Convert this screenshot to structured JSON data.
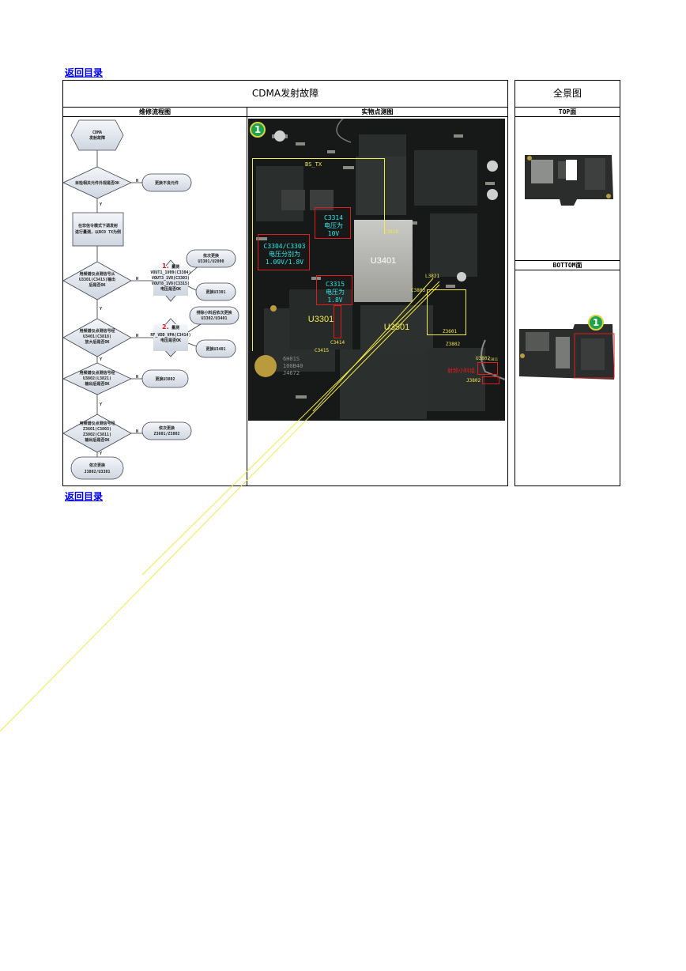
{
  "nav": {
    "back_label": "返回目录"
  },
  "header": {
    "main_title": "CDMA发射故障",
    "panorama_title": "全景图",
    "flow_head": "维修流程图",
    "photo_head": "实物点测图",
    "top_head": "TOP面",
    "bottom_head": "BOTTOM面"
  },
  "flowchart": {
    "start": [
      "CDMA",
      "发射故障"
    ],
    "d1": [
      "目检相关元件外观是否OK"
    ],
    "a1": [
      "更换不良元件"
    ],
    "p1": [
      "在非信令模式下调发射",
      "进行量测，以BC0 TX为例"
    ],
    "d2": [
      "用频谱仪点测信号从",
      "U3301(C3415)输出",
      "后是否OK"
    ],
    "step1_num": "1.",
    "step1": [
      "量测",
      "VOUT1_1V09(C3304)",
      "VOUT3_1V8(C3303)",
      "VOUT8_1V8(C3315)",
      "电压是否OK"
    ],
    "a2a": [
      "依次更换",
      "U3301/U2000"
    ],
    "a2b": [
      "更换U3301"
    ],
    "d3": [
      "用频谱仪点测信号经",
      "U3401(C3818)",
      "放大后是否OK"
    ],
    "step2_num": "2.",
    "step2": [
      "量测",
      "RF_VDD_VPA(C3414)",
      "电压是否OK"
    ],
    "a3a": [
      "排除小料后依次更换",
      "U3302/U3401"
    ],
    "a3b": [
      "更换U3401"
    ],
    "d4": [
      "用频谱仪点测信号经",
      "U3802(L3821)",
      "输出后是否OK"
    ],
    "a4": [
      "更换U3802"
    ],
    "d5": [
      "用频谱仪点测信号经",
      "Z3601(C3803)",
      "Z3802(C3811)",
      "输出后是否OK"
    ],
    "a5": [
      "依次更换",
      "Z3601/Z3802"
    ],
    "end": [
      "依次更换",
      "J3802/U3301"
    ],
    "yes": "Y",
    "no": "N"
  },
  "photo": {
    "badge": "1",
    "u3401": "U3401",
    "u3301": "U3301",
    "u3501": "U3501",
    "bs_tx": "BS_TX",
    "c3314": [
      "C3314",
      "电压为",
      "10V"
    ],
    "c3304": [
      "C3304/C3303",
      "电压分别为",
      "1.09V/1.8V"
    ],
    "c3315": [
      "C3315",
      "电压为",
      "1.8V"
    ],
    "u3802": "U3802",
    "j3802": "J3802",
    "c3811": "C3811",
    "red_note": "射频小料组",
    "small_labels": [
      "C3818",
      "L3821",
      "C3803",
      "Z3601",
      "Z3802",
      "C3415",
      "C3414"
    ],
    "chip_marks": [
      "6H01S",
      "100B40",
      "J4672"
    ]
  },
  "panorama": {
    "bottom_badge": "1"
  },
  "colors": {
    "accent_yellow": "#f2ea4a",
    "accent_red": "#e31b1b",
    "accent_cyan": "#2ee6e6",
    "link": "#0000ee"
  }
}
